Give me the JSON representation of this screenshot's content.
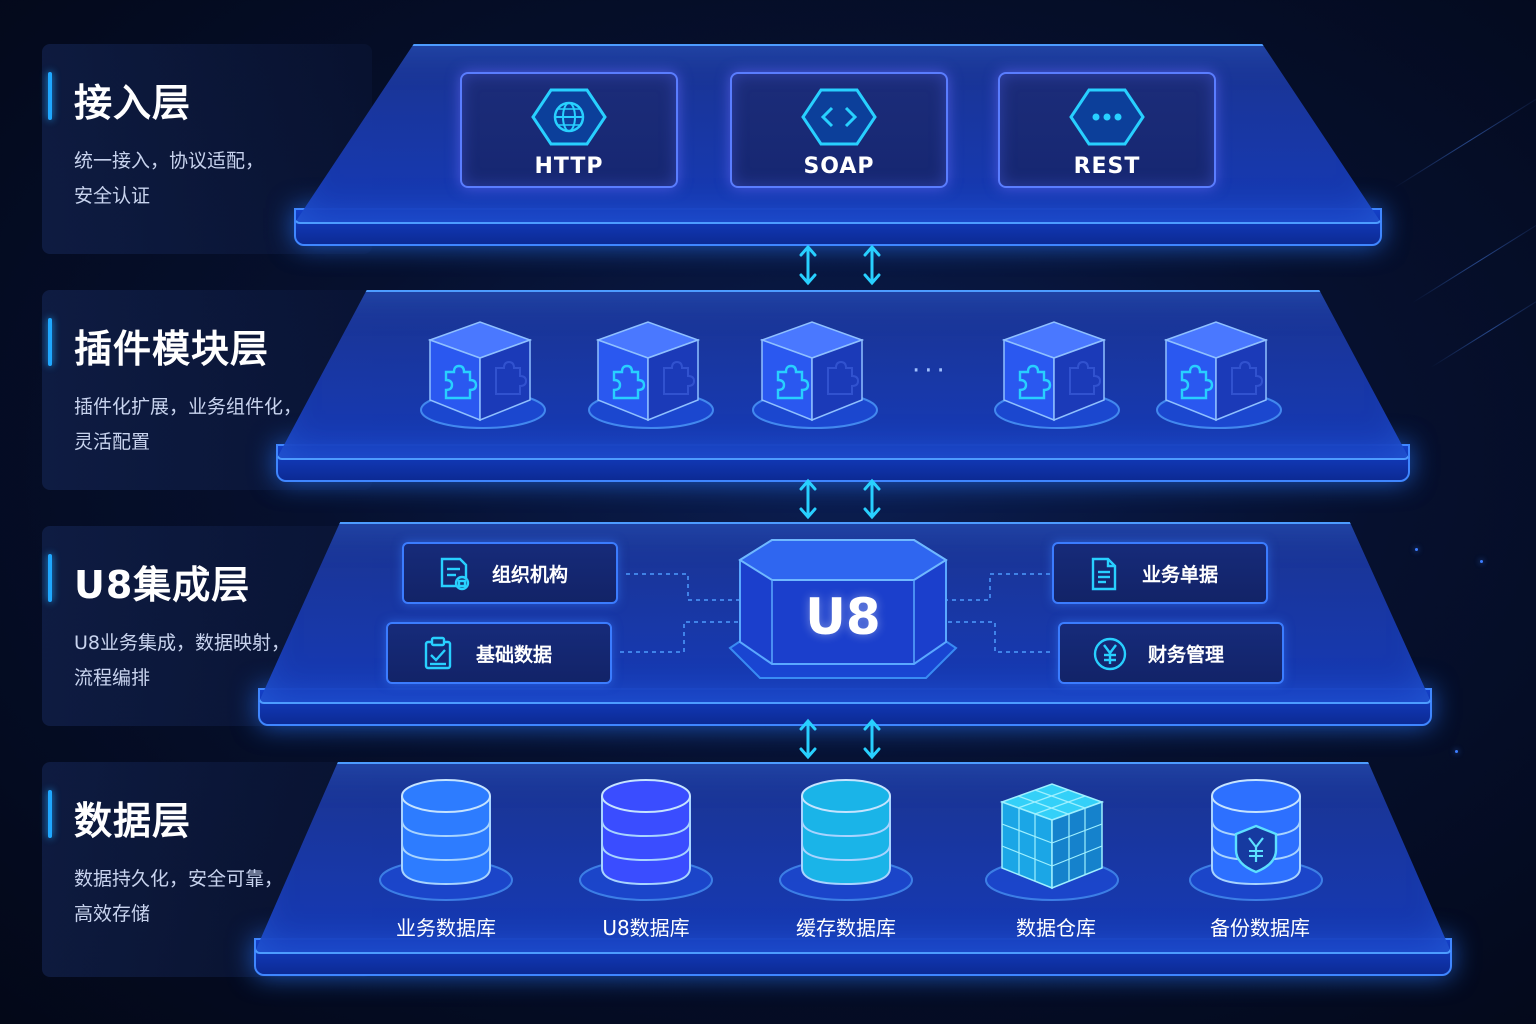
{
  "colors": {
    "accent": "#1fa8ff",
    "layer_border": "#4d9cff",
    "layer_fill": "#1c3896",
    "protocol_border": "#5a7dff",
    "icon_cyan": "#28d0ff"
  },
  "layers": [
    {
      "title": "接入层",
      "desc": [
        "统一接入，协议适配，",
        "安全认证"
      ]
    },
    {
      "title": "插件模块层",
      "desc": [
        "插件化扩展，业务组件化，",
        "灵活配置"
      ]
    },
    {
      "title": "U8集成层",
      "desc": [
        "U8业务集成，数据映射，",
        "流程编排"
      ]
    },
    {
      "title": "数据层",
      "desc": [
        "数据持久化，安全可靠，",
        "高效存储"
      ]
    }
  ],
  "access": {
    "protocols": [
      {
        "label": "HTTP",
        "icon": "globe-icon"
      },
      {
        "label": "SOAP",
        "icon": "code-icon"
      },
      {
        "label": "REST",
        "icon": "dots-icon"
      }
    ]
  },
  "plugins": {
    "modules": [
      "puzzle-cube-icon",
      "puzzle-cube-icon",
      "puzzle-cube-icon",
      "puzzle-cube-icon",
      "puzzle-cube-icon"
    ],
    "ellipsis": "···"
  },
  "u8": {
    "core": "U8",
    "items_left": [
      {
        "label": "组织机构",
        "icon": "org-document-icon"
      },
      {
        "label": "基础数据",
        "icon": "clipboard-check-icon"
      }
    ],
    "items_right": [
      {
        "label": "业务单据",
        "icon": "document-icon"
      },
      {
        "label": "财务管理",
        "icon": "yen-circle-icon"
      }
    ]
  },
  "data": {
    "stores": [
      {
        "label": "业务数据库",
        "icon": "database-icon",
        "color": "#2d7cff"
      },
      {
        "label": "U8数据库",
        "icon": "database-icon",
        "color": "#3a4dff"
      },
      {
        "label": "缓存数据库",
        "icon": "database-icon",
        "color": "#1ab4e8"
      },
      {
        "label": "数据仓库",
        "icon": "grid-cube-icon",
        "color": "#22b8f0"
      },
      {
        "label": "备份数据库",
        "icon": "shield-database-icon",
        "color": "#2d70ff"
      }
    ]
  }
}
